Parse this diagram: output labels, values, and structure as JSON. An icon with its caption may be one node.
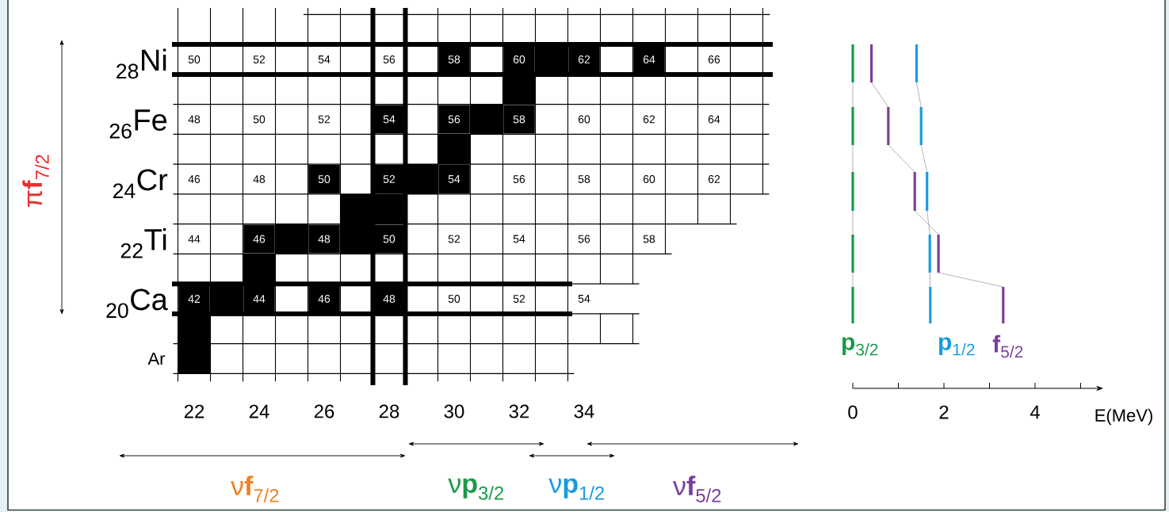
{
  "diagram": {
    "nodes": [
      {
        "text": [],
        "shape": "grid"
      },
      {
        "text": [
          "50"
        ],
        "in": 0
      },
      {
        "text": [
          "52"
        ],
        "in": 0
      },
      {
        "text": [
          "54"
        ],
        "in": 0
      },
      {
        "text": [
          "56"
        ],
        "in": 0
      },
      {
        "text": [
          "58"
        ],
        "in": 0
      },
      {
        "text": [
          "60"
        ],
        "in": 0
      },
      {
        "text": [
          "62"
        ],
        "in": 0
      },
      {
        "text": [
          "64"
        ],
        "in": 0
      },
      {
        "text": [
          "66"
        ],
        "in": 0
      },
      {
        "text": [
          "48"
        ],
        "in": 0
      },
      {
        "text": [
          "50"
        ],
        "in": 0
      },
      {
        "text": [
          "52"
        ],
        "in": 0
      },
      {
        "text": [
          "54"
        ],
        "in": 0
      },
      {
        "text": [
          "56"
        ],
        "in": 0
      },
      {
        "text": [
          "58"
        ],
        "in": 0
      },
      {
        "text": [
          "60"
        ],
        "in": 0
      },
      {
        "text": [
          "62"
        ],
        "in": 0
      },
      {
        "text": [
          "64"
        ],
        "in": 0
      },
      {
        "text": [
          "46"
        ],
        "in": 0
      },
      {
        "text": [
          "48"
        ],
        "in": 0
      },
      {
        "text": [
          "50"
        ],
        "in": 0
      },
      {
        "text": [
          "52"
        ],
        "in": 0
      },
      {
        "text": [
          "54"
        ],
        "in": 0
      },
      {
        "text": [
          "56"
        ],
        "in": 0
      },
      {
        "text": [
          "58"
        ],
        "in": 0
      },
      {
        "text": [
          "60"
        ],
        "in": 0
      },
      {
        "text": [
          "62"
        ],
        "in": 0
      },
      {
        "text": [
          "44"
        ],
        "in": 0
      },
      {
        "text": [
          "46"
        ],
        "in": 0
      },
      {
        "text": [
          "48"
        ],
        "in": 0
      },
      {
        "text": [
          "50"
        ],
        "in": 0
      },
      {
        "text": [
          "52"
        ],
        "in": 0
      },
      {
        "text": [
          "54"
        ],
        "in": 0
      },
      {
        "text": [
          "56"
        ],
        "in": 0
      },
      {
        "text": [
          "58"
        ],
        "in": 0
      },
      {
        "text": [
          "42"
        ],
        "in": 0
      },
      {
        "text": [
          "44"
        ],
        "in": 0
      },
      {
        "text": [
          "46"
        ],
        "in": 0
      },
      {
        "text": [
          "48"
        ],
        "in": 0
      },
      {
        "text": [
          "50"
        ],
        "in": 0
      },
      {
        "text": [
          "52"
        ],
        "in": 0
      },
      {
        "text": [
          "54"
        ],
        "in": 0
      }
    ],
    "labels": [
      "π**f**$_{7/2}$",
      "$_{28}$Ni",
      "$_{26}$Fe",
      "$_{24}$Cr",
      "$_{22}$Ti",
      "$_{20}$Ca",
      "Ar",
      "22",
      "24",
      "26",
      "28",
      "30",
      "32",
      "34",
      "ν**f**$_{7/2}$",
      "ν**p**$_{3/2}$",
      "ν**p**$_{1/2}$",
      "ν**f**$_{5/2}$",
      "**p**$_{3/2}$",
      "**p**$_{1/2}$",
      "**f**$_{5/2}$",
      "0",
      "2",
      "4",
      "E(MeV)"
    ]
  }
}
